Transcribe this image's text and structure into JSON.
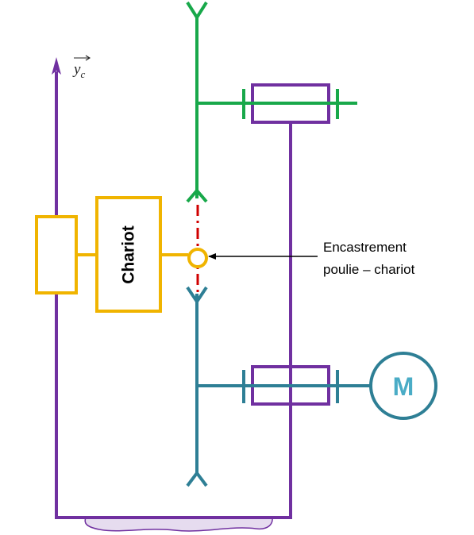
{
  "axis": {
    "vector_label": "y",
    "vector_subscript": "c"
  },
  "chariot": {
    "label": "Chariot"
  },
  "motor": {
    "label": "M"
  },
  "annotation": {
    "line1": "Encastrement",
    "line2": "poulie – chariot"
  },
  "colors": {
    "frame": "#7030a0",
    "frame_fill": "#e6dcef",
    "upper_pulley": "#18a84a",
    "lower_pulley": "#2e7f95",
    "motor_text": "#4aacc6",
    "chariot": "#f0b400",
    "belt_link": "#d00000",
    "pointer": "#000000"
  }
}
